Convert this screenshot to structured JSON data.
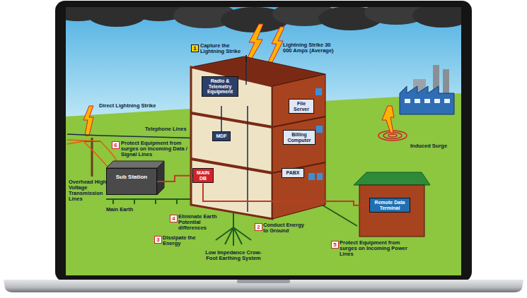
{
  "diagram": {
    "nodes": [
      {
        "text": [
          "Radio & Telemetry Equipment"
        ]
      },
      {
        "text": [
          "File Server"
        ]
      },
      {
        "text": [
          "MDF"
        ]
      },
      {
        "text": [
          "Billing Computer"
        ]
      },
      {
        "text": [
          "Sub Station"
        ]
      },
      {
        "text": [
          "MAIN DB"
        ]
      },
      {
        "text": [
          "PABX"
        ]
      },
      {
        "text": [
          "Remote Data Terminal"
        ]
      }
    ],
    "edges": [
      {
        "from": 4,
        "to": 5,
        "arrow": "none"
      },
      {
        "from": 5,
        "to": 7,
        "arrow": "none"
      }
    ],
    "labels": [
      "1",
      "Capture the Lightning Strike",
      "Lightning Strike 30 000 Amps (Average)",
      "Direct Lightning Strike",
      "Telephone Lines",
      "6",
      "Protect Equipment from surges on Incoming Data / Signal Lines",
      "Overhead High Voltage Transmission Lines",
      "Main Earth",
      "Induced Surge",
      "4",
      "Eliminate Earth Potential differences",
      "2",
      "Conduct Energy to Ground",
      "3",
      "Dissipate the Energy",
      "Low Impedance Crow-Foot Earthing System",
      "5",
      "Protect Equipment from surges on Incoming Power Lines"
    ]
  }
}
